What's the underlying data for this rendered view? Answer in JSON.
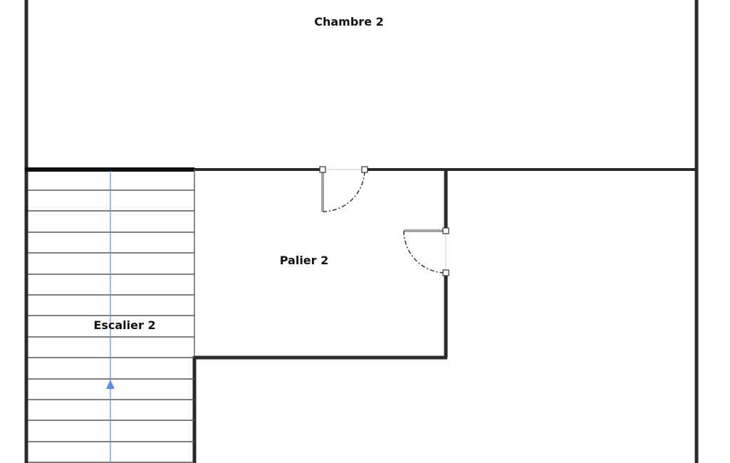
{
  "rooms": [
    {
      "name": "Chambre 2"
    },
    {
      "name": "Palier 2"
    },
    {
      "name": "Escalier 2"
    }
  ],
  "colors": {
    "wall": "#2a2a2a",
    "stair_arrow": "#5b8de0"
  }
}
